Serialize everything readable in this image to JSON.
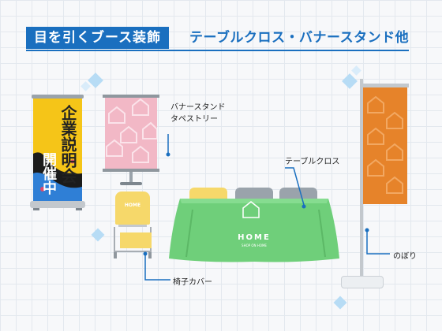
{
  "header": {
    "title": "目を引くブース装飾",
    "subtitle": "テーブルクロス・バナースタンド他"
  },
  "banner_stand": {
    "line1": "企業説明会",
    "line2": "開催中"
  },
  "labels": {
    "banner_stand_tapestry_line1": "バナースタンド",
    "banner_stand_tapestry_line2": "タペストリー",
    "table_cloth": "テーブルクロス",
    "chair_cover": "椅子カバー",
    "nobori": "のぼり"
  },
  "chair_logo": "HOME",
  "table_logo": {
    "main": "HOME",
    "sub": "SHOP ON HOME"
  },
  "colors": {
    "brand_blue": "#1a6fbf",
    "cloth_green": "#6fcf7a",
    "nobori_orange": "#e6832a",
    "banner_yellow": "#f5c518",
    "tapestry_pink": "#f2b8c6"
  }
}
